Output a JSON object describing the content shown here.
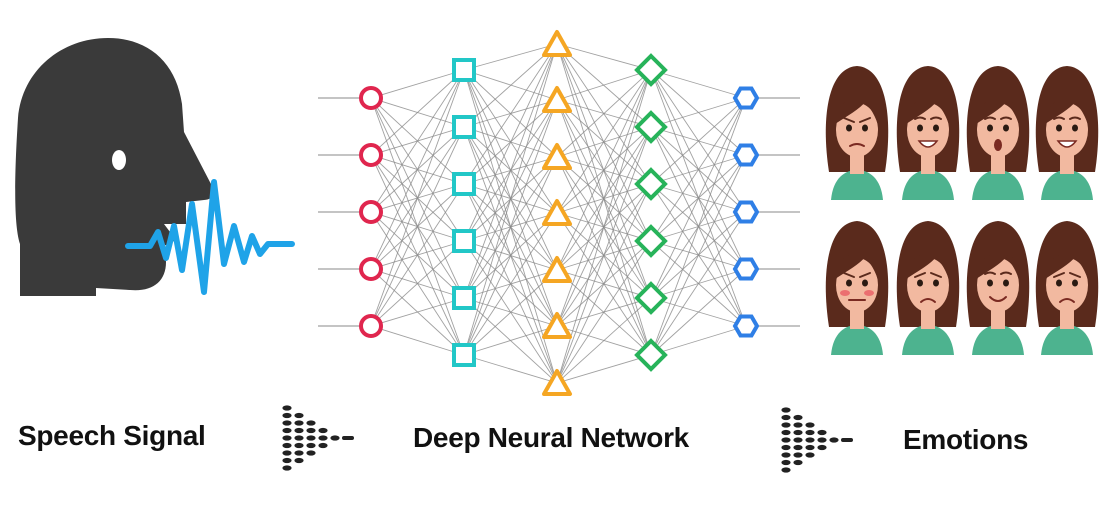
{
  "captions": {
    "speech_signal": "Speech Signal",
    "deep_neural_network": "Deep Neural Network",
    "emotions": "Emotions"
  },
  "network": {
    "layers": [
      {
        "shape": "circle",
        "count": 5,
        "color": "#e0264e"
      },
      {
        "shape": "square",
        "count": 6,
        "color": "#22c7c7"
      },
      {
        "shape": "triangle",
        "count": 7,
        "color": "#f5a623"
      },
      {
        "shape": "diamond",
        "count": 6,
        "color": "#27b35a"
      },
      {
        "shape": "hexagon",
        "count": 5,
        "color": "#2f7fe6"
      }
    ],
    "edge_color": "#8a8a8a"
  },
  "speaker": {
    "icon": "speaking-head-icon",
    "color": "#3a3a3a"
  },
  "waveform": {
    "icon": "sound-wave-icon",
    "color": "#1fa3e8"
  },
  "arrows": {
    "icon": "dotted-arrow-icon",
    "color": "#222222"
  },
  "emotion_faces": [
    {
      "emotion": "angry",
      "icon": "angry-face-icon"
    },
    {
      "emotion": "happy",
      "icon": "happy-face-icon"
    },
    {
      "emotion": "surprised",
      "icon": "surprised-face-icon"
    },
    {
      "emotion": "laughing",
      "icon": "laughing-face-icon"
    },
    {
      "emotion": "furious",
      "icon": "furious-face-icon"
    },
    {
      "emotion": "sad",
      "icon": "sad-face-icon"
    },
    {
      "emotion": "thoughtful",
      "icon": "thoughtful-face-icon"
    },
    {
      "emotion": "worried",
      "icon": "worried-face-icon"
    }
  ],
  "colors": {
    "skin": "#f2b9a0",
    "hair": "#5a2a1c",
    "shirt": "#4db38f",
    "text": "#111111"
  }
}
